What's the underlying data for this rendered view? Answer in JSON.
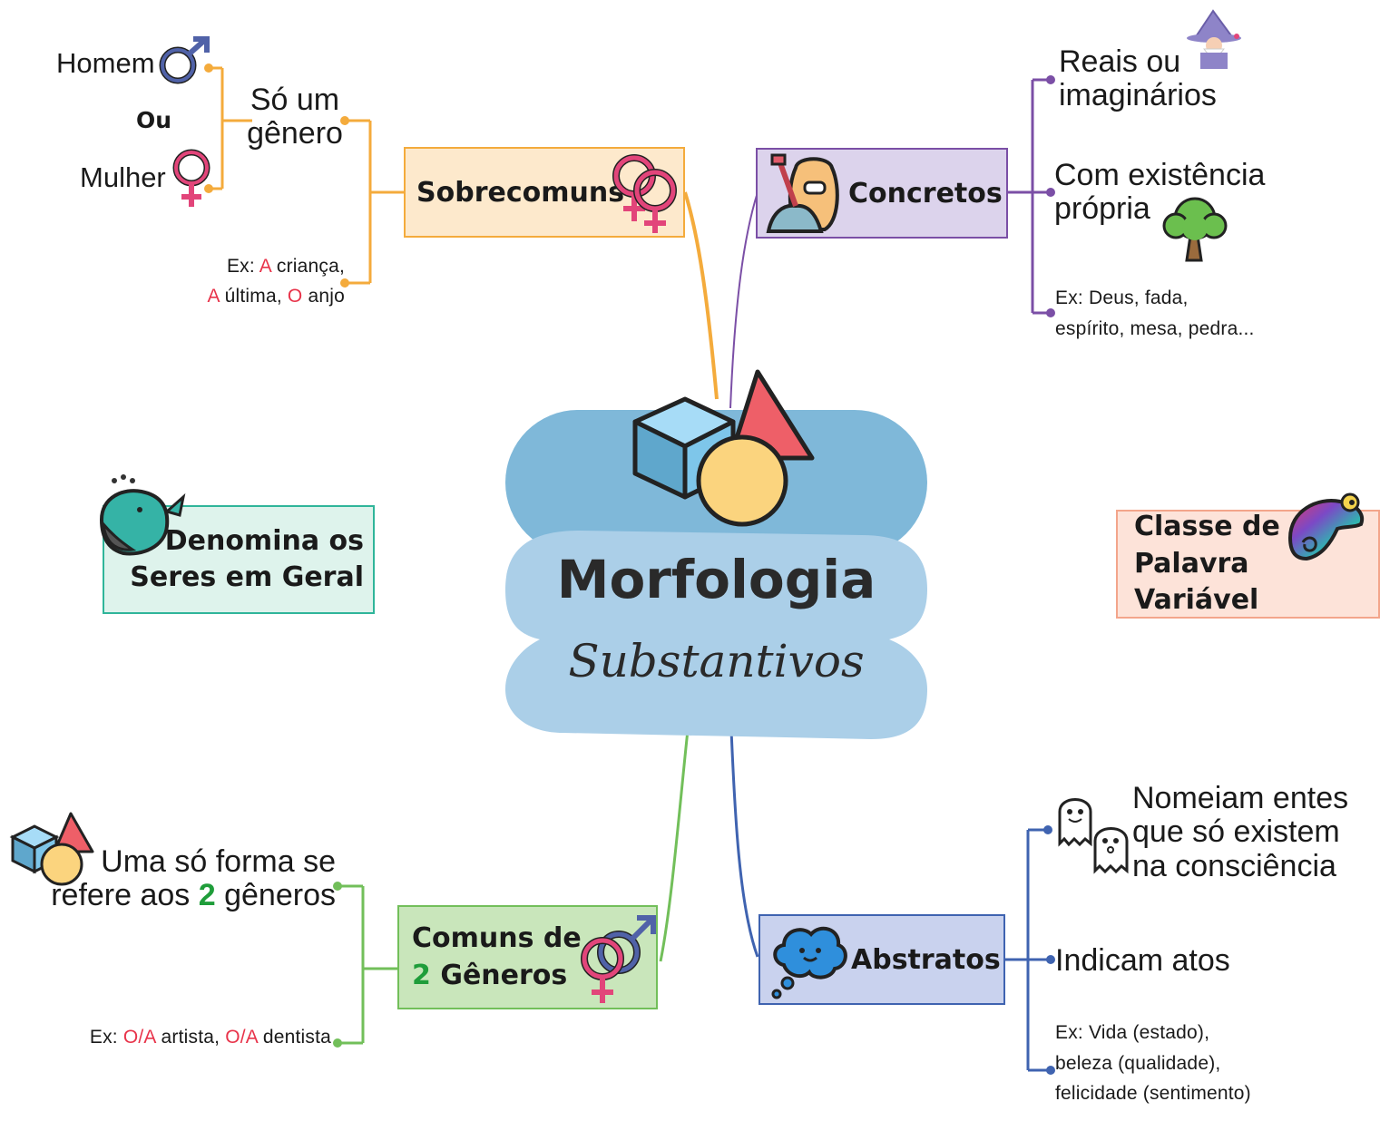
{
  "center": {
    "title": "Morfologia",
    "subtitle": "Substantivos"
  },
  "sobrecomuns": {
    "label": "Sobrecomuns",
    "so_um": "Só um",
    "genero": "gênero",
    "homem": "Homem",
    "ou": "Ou",
    "mulher": "Mulher",
    "ex_prefix": "Ex: ",
    "ex_a1": "A",
    "ex_w1": " criança,",
    "ex_a2": "A",
    "ex_w2": " última, ",
    "ex_a3": "O",
    "ex_w3": " anjo"
  },
  "concretos": {
    "label": "Concretos",
    "reais_1": "Reais ou",
    "reais_2": "imaginários",
    "com_1": "Com existência",
    "com_2": "própria",
    "ex_1": "Ex: Deus, fada,",
    "ex_2": "espírito, mesa, pedra..."
  },
  "denomina": {
    "line1": "Denomina os",
    "line2": "Seres em Geral"
  },
  "classe": {
    "line1": "Classe de",
    "line2": "Palavra Variável"
  },
  "comuns": {
    "label_1": "Comuns de",
    "label_2_num": "2",
    "label_2_rest": " Gêneros",
    "forma_1": "Uma só forma se",
    "forma_2a": "refere aos ",
    "forma_2num": "2",
    "forma_2b": " gêneros",
    "ex_prefix": "Ex: ",
    "ex_a1": "O/A",
    "ex_w1": " artista, ",
    "ex_a2": "O/A",
    "ex_w2": " dentista"
  },
  "abstratos": {
    "label": "Abstratos",
    "nom_1": "Nomeiam entes",
    "nom_2": "que só existem",
    "nom_3": "na consciência",
    "indicam": "Indicam atos",
    "ex_1": "Ex: Vida (estado),",
    "ex_2": "beleza (qualidade),",
    "ex_3": "felicidade (sentimento)"
  },
  "colors": {
    "orange": "#f4ab3c",
    "purple": "#7b4fa6",
    "green": "#72bf5a",
    "blue": "#3f63b0",
    "teal": "#2fb59a",
    "salmon": "#f3a58b"
  }
}
